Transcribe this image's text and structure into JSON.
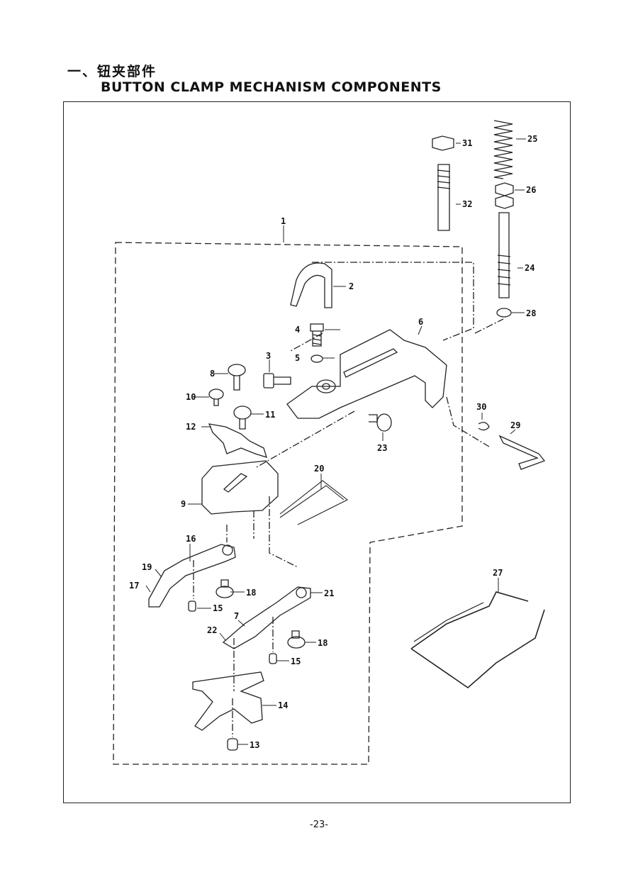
{
  "header": {
    "title_cn": "一、钮夹部件",
    "title_en": "BUTTON CLAMP MECHANISM  COMPONENTS"
  },
  "parts": [
    {
      "id": "1",
      "label": "1"
    },
    {
      "id": "2",
      "label": "2"
    },
    {
      "id": "3",
      "label": "3"
    },
    {
      "id": "4",
      "label": "4"
    },
    {
      "id": "5",
      "label": "5"
    },
    {
      "id": "6",
      "label": "6"
    },
    {
      "id": "7",
      "label": "7"
    },
    {
      "id": "8",
      "label": "8"
    },
    {
      "id": "9",
      "label": "9"
    },
    {
      "id": "10",
      "label": "10"
    },
    {
      "id": "11",
      "label": "11"
    },
    {
      "id": "12",
      "label": "12"
    },
    {
      "id": "13",
      "label": "13"
    },
    {
      "id": "14",
      "label": "14"
    },
    {
      "id": "15a",
      "label": "15"
    },
    {
      "id": "15b",
      "label": "15"
    },
    {
      "id": "16",
      "label": "16"
    },
    {
      "id": "17",
      "label": "17"
    },
    {
      "id": "18a",
      "label": "18"
    },
    {
      "id": "18b",
      "label": "18"
    },
    {
      "id": "19",
      "label": "19"
    },
    {
      "id": "20",
      "label": "20"
    },
    {
      "id": "21",
      "label": "21"
    },
    {
      "id": "22",
      "label": "22"
    },
    {
      "id": "23",
      "label": "23"
    },
    {
      "id": "24",
      "label": "24"
    },
    {
      "id": "25",
      "label": "25"
    },
    {
      "id": "26",
      "label": "26"
    },
    {
      "id": "27",
      "label": "27"
    },
    {
      "id": "28",
      "label": "28"
    },
    {
      "id": "29",
      "label": "29"
    },
    {
      "id": "30",
      "label": "30"
    },
    {
      "id": "31",
      "label": "31"
    },
    {
      "id": "32",
      "label": "32"
    }
  ],
  "footer": {
    "page_number": "-23-"
  }
}
